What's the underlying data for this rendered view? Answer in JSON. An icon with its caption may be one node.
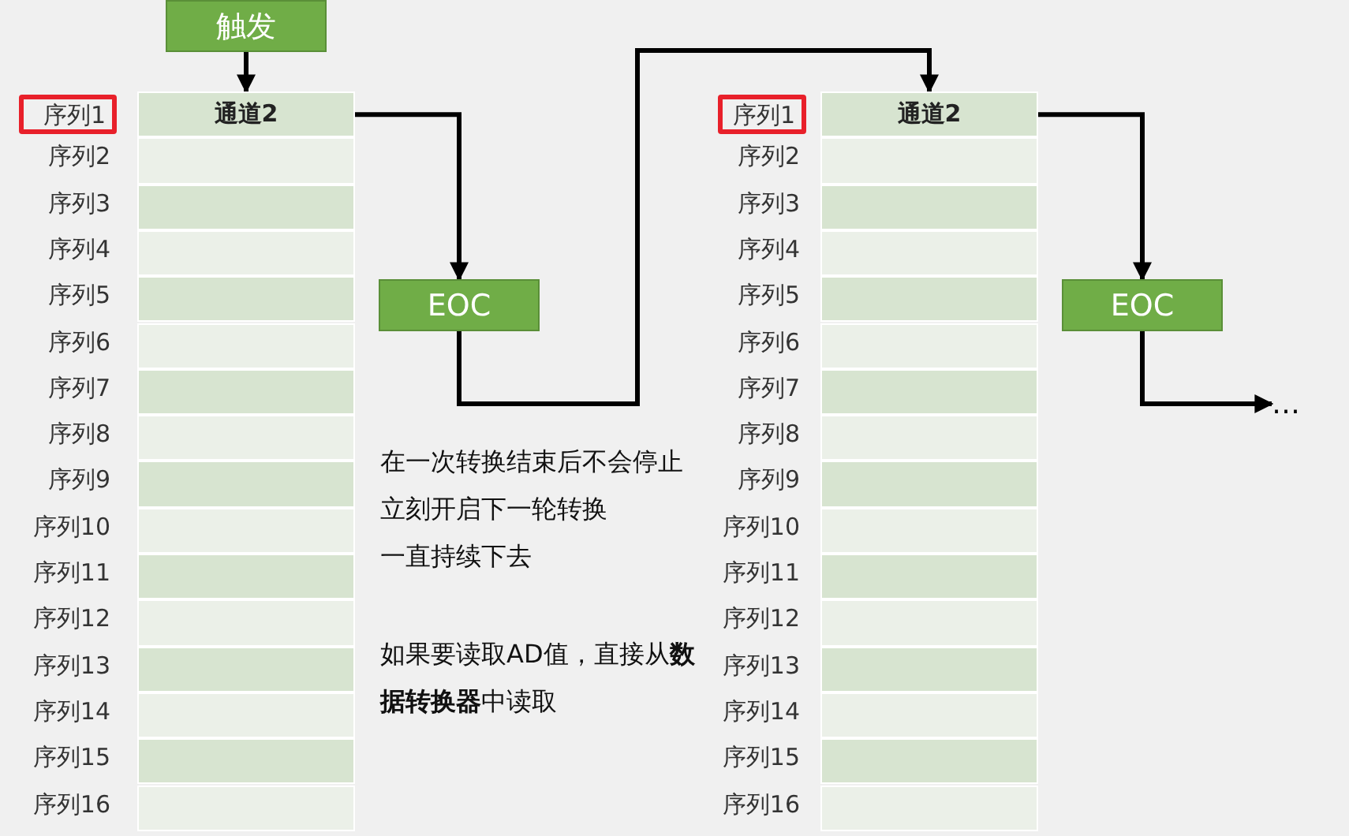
{
  "diagram": {
    "nodes": [
      {
        "text": [
          "触发"
        ]
      },
      {
        "text": [
          "通道2"
        ]
      },
      {
        "text": [
          "EOC"
        ]
      },
      {
        "text": [
          "通道2"
        ]
      },
      {
        "text": [
          "EOC"
        ]
      },
      {
        "text": [
          "…"
        ]
      }
    ],
    "edges": [
      {
        "from": 0,
        "to": 1,
        "arrow": "to"
      },
      {
        "from": 1,
        "to": 2,
        "arrow": "to"
      },
      {
        "from": 2,
        "to": 3,
        "arrow": "to"
      },
      {
        "from": 3,
        "to": 4,
        "arrow": "to"
      },
      {
        "from": 4,
        "to": 5,
        "arrow": "to"
      }
    ],
    "labels": [
      "序列1",
      "序列2",
      "序列3",
      "序列4",
      "序列5",
      "序列6",
      "序列7",
      "序列8",
      "序列9",
      "序列10",
      "序列11",
      "序列12",
      "序列13",
      "序列14",
      "序列15",
      "序列16",
      "在一次转换结束后不会停止",
      "立刻开启下一轮转换",
      "一直持续下去",
      "如果要读取AD值，直接从**数据转换器**中读取",
      "序列1",
      "序列2",
      "序列3",
      "序列4",
      "序列5",
      "序列6",
      "序列7",
      "序列8",
      "序列9",
      "序列10",
      "序列11",
      "序列12",
      "序列13",
      "序列14",
      "序列15",
      "序列16"
    ]
  }
}
